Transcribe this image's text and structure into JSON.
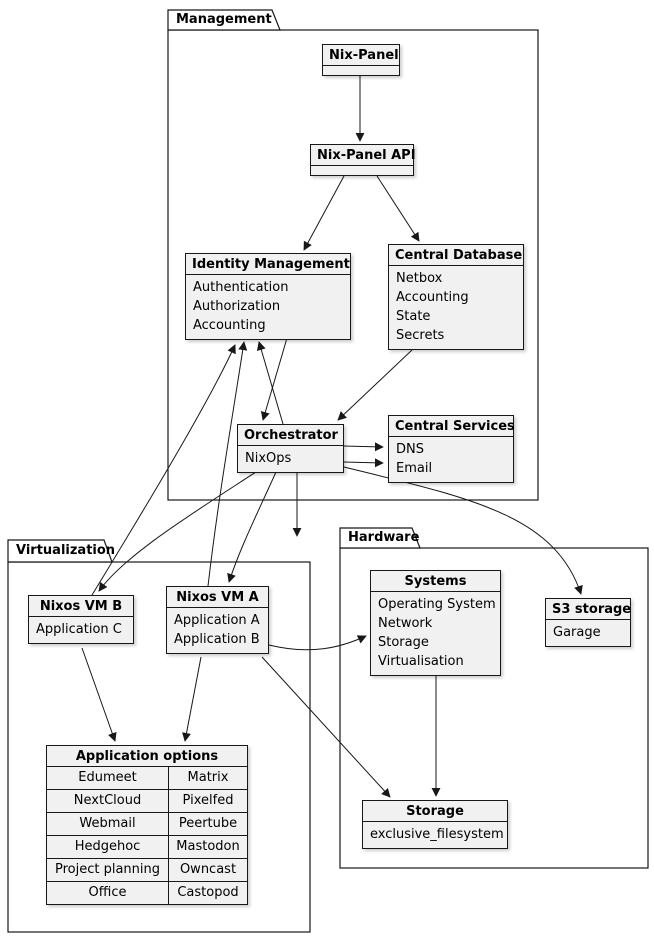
{
  "packages": {
    "management": {
      "label": "Management"
    },
    "virtualization": {
      "label": "Virtualization"
    },
    "hardware": {
      "label": "Hardware"
    }
  },
  "nodes": {
    "nix_panel": {
      "title": "Nix-Panel"
    },
    "nix_panel_api": {
      "title": "Nix-Panel API"
    },
    "identity_management": {
      "title": "Identity Management",
      "rows": [
        "Authentication",
        "Authorization",
        "Accounting"
      ]
    },
    "central_database": {
      "title": "Central Database",
      "rows": [
        "Netbox",
        "Accounting",
        "State",
        "Secrets"
      ]
    },
    "orchestrator": {
      "title": "Orchestrator",
      "rows": [
        "NixOps"
      ]
    },
    "central_services": {
      "title": "Central Services",
      "rows": [
        "DNS",
        "Email"
      ]
    },
    "nixos_vm_b": {
      "title": "Nixos VM B",
      "rows": [
        "Application C"
      ]
    },
    "nixos_vm_a": {
      "title": "Nixos VM A",
      "rows": [
        "Application A",
        "Application B"
      ]
    },
    "application_options": {
      "title": "Application options",
      "rows": [
        [
          "Edumeet",
          "Matrix"
        ],
        [
          "NextCloud",
          "Pixelfed"
        ],
        [
          "Webmail",
          "Peertube"
        ],
        [
          "Hedgehoc",
          "Mastodon"
        ],
        [
          "Project planning",
          "Owncast"
        ],
        [
          "Office",
          "Castopod"
        ]
      ]
    },
    "systems": {
      "title": "Systems",
      "rows": [
        "Operating System",
        "Network",
        "Storage",
        "Virtualisation"
      ]
    },
    "s3_storage": {
      "title": "S3 storage",
      "rows": [
        "Garage"
      ]
    },
    "storage": {
      "title": "Storage",
      "rows": [
        "exclusive_filesystem"
      ]
    }
  },
  "colors": {
    "node_fill": "#f1f1f1",
    "border": "#181818",
    "background": "#ffffff"
  }
}
